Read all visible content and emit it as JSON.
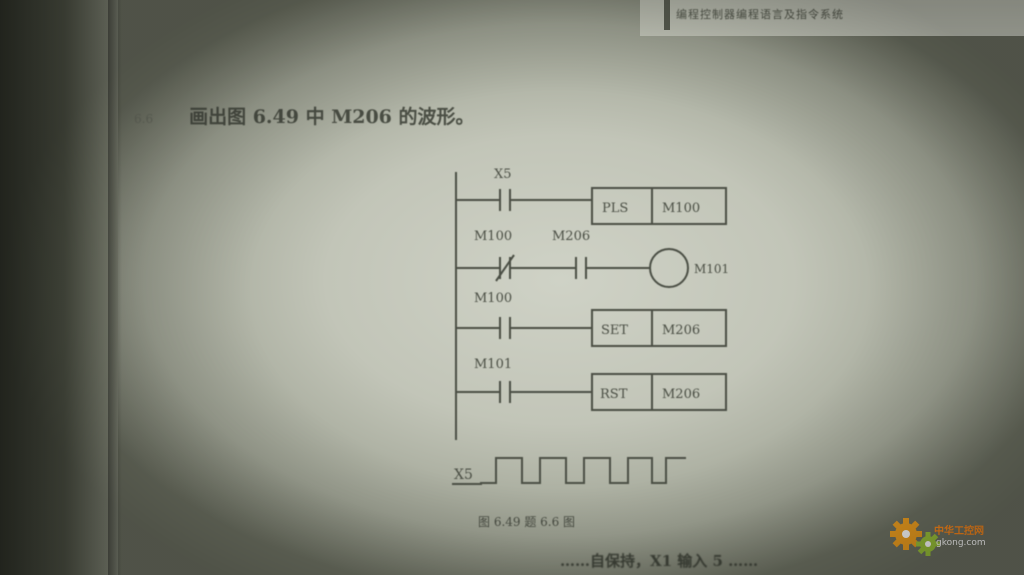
{
  "header": {
    "running_title": "编程控制器编程语言及指令系统"
  },
  "question": {
    "number": "6.6",
    "text": "画出图 6.49 中 M206 的波形。"
  },
  "ladder": {
    "rungs": [
      {
        "contacts": [
          {
            "label": "X5",
            "type": "NO"
          }
        ],
        "output": {
          "instruction": "PLS",
          "operand": "M100"
        }
      },
      {
        "contacts": [
          {
            "label": "M100",
            "type": "NC"
          },
          {
            "label": "M206",
            "type": "NO"
          }
        ],
        "output": {
          "coil": "M101"
        }
      },
      {
        "contacts": [
          {
            "label": "M100",
            "type": "NO"
          }
        ],
        "output": {
          "instruction": "SET",
          "operand": "M206"
        }
      },
      {
        "contacts": [
          {
            "label": "M101",
            "type": "NO"
          }
        ],
        "output": {
          "instruction": "RST",
          "operand": "M206"
        }
      }
    ],
    "waveform_label": "X5"
  },
  "caption": "图 6.49   题 6.6 图",
  "footer_text": "……自保持，X1 输入 5 ……",
  "watermark": {
    "name": "中华工控网",
    "url": "gkong.com",
    "accent": "#ff8a1c",
    "gear_colors": [
      "#f0a020",
      "#9cc43a"
    ]
  },
  "colors": {
    "paper": "#c6c9bc",
    "ink": "#4b4f45"
  }
}
